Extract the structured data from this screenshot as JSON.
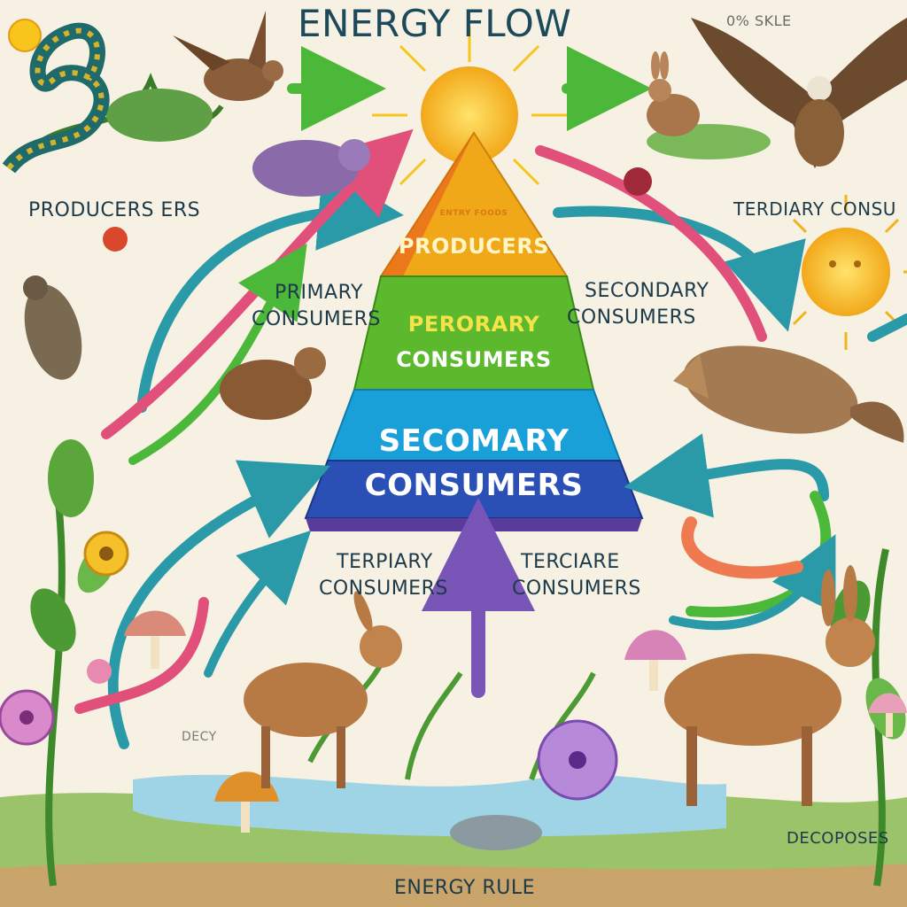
{
  "title": "ENERGY FLOW",
  "top_right_scribble": "0% SKLE",
  "pyramid": {
    "tiers": [
      {
        "label": "PRODUCERS",
        "tiny_label": "ENTRY FOODS",
        "color": "#f0a818"
      },
      {
        "label_line1": "PERORARY",
        "label_line2": "CONSUMERS",
        "color": "#5cb82c"
      },
      {
        "label_line1": "SECOMARY",
        "label_line2": "CONSUMERS",
        "color": "#1aa0d8"
      }
    ]
  },
  "side_labels": {
    "producers_left": "PRODUCERS  ERS",
    "primary_consumers_line1": "PRIMARY",
    "primary_consumers_line2": "CONSUMERS",
    "secondary_consumers_line1": "SECONDARY",
    "secondary_consumers_line2": "CONSUMERS",
    "tertiary_right": "TERDIARY CONSU",
    "terpiary_line1": "TERPIARY",
    "terpiary_line2": "CONSUMERS",
    "terciare_line1": "TERCIARE",
    "terciare_line2": "CONSUMERS",
    "decoposes": "DECOPOSES",
    "decay_scribble": "DECY"
  },
  "footer": "ENERGY RULE",
  "colors": {
    "background": "#f6f1e3",
    "sun": "#f7c51c",
    "producers_tier": "#f0a818",
    "primary_tier": "#5cb82c",
    "secondary_tier": "#1aa0d8",
    "tertiary_tier": "#2a4fb5",
    "arrow_green": "#4cb83a",
    "arrow_teal": "#2b9aa8",
    "arrow_pink": "#e0507a",
    "arrow_purple": "#7a55b8"
  }
}
